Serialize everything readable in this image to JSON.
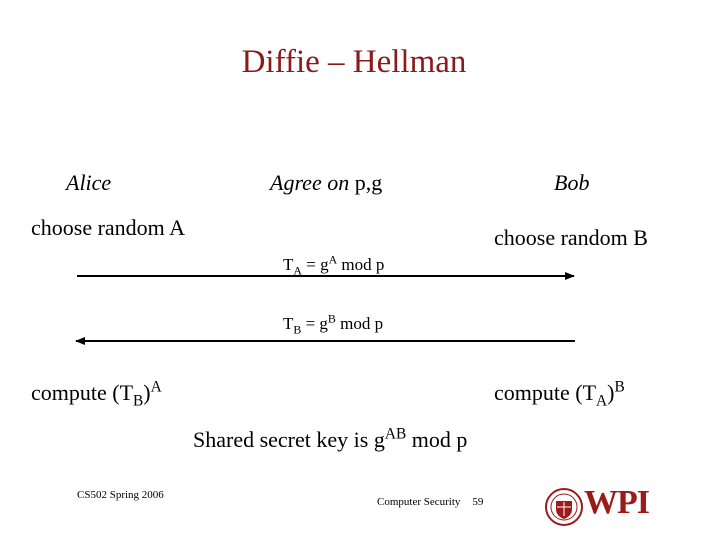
{
  "title": "Diffie – Hellman",
  "alice": "Alice",
  "bob": "Bob",
  "agree": {
    "italic": "Agree on",
    "rest": " p,g"
  },
  "alice_step": "choose random A",
  "bob_step": "choose random B",
  "msg1": {
    "t": "T",
    "sub": "A",
    "mid": " = g",
    "sup": "A",
    "tail": " mod p"
  },
  "msg2": {
    "t": "T",
    "sub": "B",
    "mid": " = g",
    "sup": "B",
    "tail": " mod p"
  },
  "alice_compute": {
    "pre": "compute (T",
    "sub": "B",
    "close": ")",
    "sup": "A"
  },
  "bob_compute": {
    "pre": "compute (T",
    "sub": "A",
    "close": ")",
    "sup": "B"
  },
  "shared": {
    "pre": "Shared secret key is g",
    "sup": "AB",
    "tail": " mod p"
  },
  "footer": {
    "left": "CS502 Spring 2006",
    "center": "Computer Security",
    "page": "59"
  },
  "logo": {
    "text": "WPI"
  },
  "colors": {
    "title": "#8b1a1a",
    "logo": "#9b1b1b"
  }
}
